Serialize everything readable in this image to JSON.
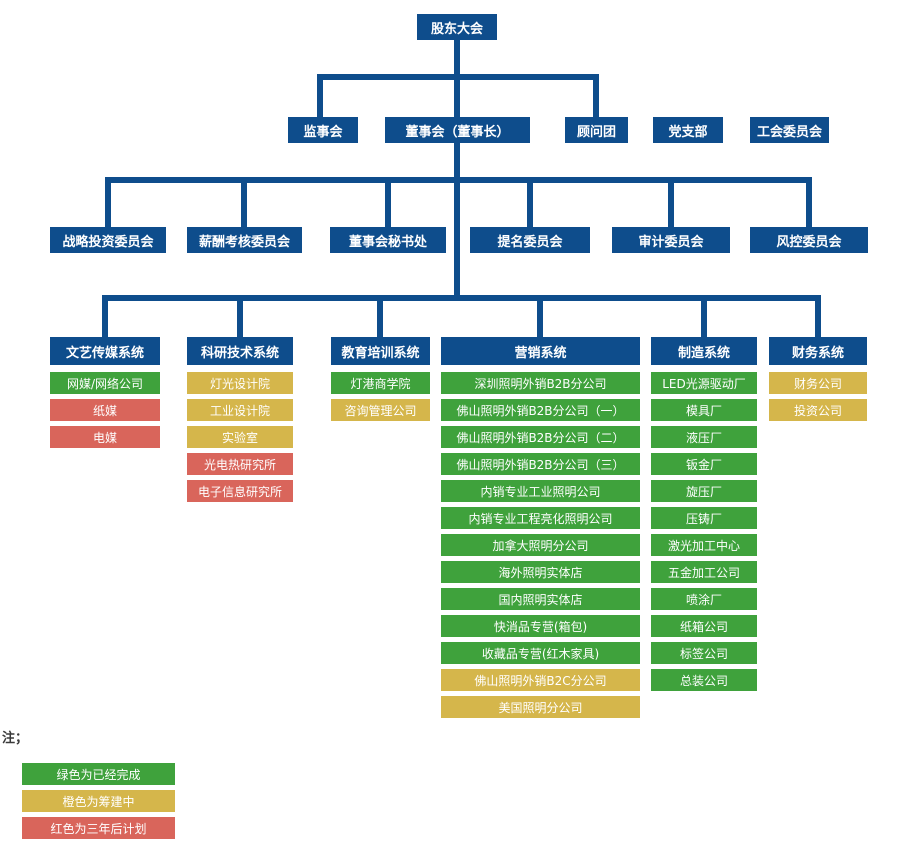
{
  "chart": {
    "root": {
      "label": "股东大会"
    },
    "level2": [
      {
        "label": "监事会"
      },
      {
        "label": "董事会（董事长）"
      },
      {
        "label": "顾问团"
      },
      {
        "label": "党支部"
      },
      {
        "label": "工会委员会"
      }
    ],
    "committees": [
      {
        "label": "战略投资委员会"
      },
      {
        "label": "薪酬考核委员会"
      },
      {
        "label": "董事会秘书处"
      },
      {
        "label": "提名委员会"
      },
      {
        "label": "审计委员会"
      },
      {
        "label": "风控委员会"
      }
    ],
    "systems": [
      {
        "name": "文艺传媒系统",
        "items": [
          {
            "label": "网媒/网络公司",
            "status": "green"
          },
          {
            "label": "纸媒",
            "status": "red"
          },
          {
            "label": "电媒",
            "status": "red"
          }
        ]
      },
      {
        "name": "科研技术系统",
        "items": [
          {
            "label": "灯光设计院",
            "status": "orange"
          },
          {
            "label": "工业设计院",
            "status": "orange"
          },
          {
            "label": "实验室",
            "status": "orange"
          },
          {
            "label": "光电热研究所",
            "status": "red"
          },
          {
            "label": "电子信息研究所",
            "status": "red"
          }
        ]
      },
      {
        "name": "教育培训系统",
        "items": [
          {
            "label": "灯港商学院",
            "status": "green"
          },
          {
            "label": "咨询管理公司",
            "status": "orange"
          }
        ]
      },
      {
        "name": "营销系统",
        "items": [
          {
            "label": "深圳照明外销B2B分公司",
            "status": "green"
          },
          {
            "label": "佛山照明外销B2B分公司（一）",
            "status": "green"
          },
          {
            "label": "佛山照明外销B2B分公司（二）",
            "status": "green"
          },
          {
            "label": "佛山照明外销B2B分公司（三）",
            "status": "green"
          },
          {
            "label": "内销专业工业照明公司",
            "status": "green"
          },
          {
            "label": "内销专业工程亮化照明公司",
            "status": "green"
          },
          {
            "label": "加拿大照明分公司",
            "status": "green"
          },
          {
            "label": "海外照明实体店",
            "status": "green"
          },
          {
            "label": "国内照明实体店",
            "status": "green"
          },
          {
            "label": "快消品专营(箱包)",
            "status": "green"
          },
          {
            "label": "收藏品专营(红木家具)",
            "status": "green"
          },
          {
            "label": "佛山照明外销B2C分公司",
            "status": "orange"
          },
          {
            "label": "美国照明分公司",
            "status": "orange"
          }
        ]
      },
      {
        "name": "制造系统",
        "items": [
          {
            "label": "LED光源驱动厂",
            "status": "green"
          },
          {
            "label": "模具厂",
            "status": "green"
          },
          {
            "label": "液压厂",
            "status": "green"
          },
          {
            "label": "钣金厂",
            "status": "green"
          },
          {
            "label": "旋压厂",
            "status": "green"
          },
          {
            "label": "压铸厂",
            "status": "green"
          },
          {
            "label": "激光加工中心",
            "status": "green"
          },
          {
            "label": "五金加工公司",
            "status": "green"
          },
          {
            "label": "喷涂厂",
            "status": "green"
          },
          {
            "label": "纸箱公司",
            "status": "green"
          },
          {
            "label": "标签公司",
            "status": "green"
          },
          {
            "label": "总装公司",
            "status": "green"
          }
        ]
      },
      {
        "name": "财务系统",
        "items": [
          {
            "label": "财务公司",
            "status": "orange"
          },
          {
            "label": "投资公司",
            "status": "orange"
          }
        ]
      }
    ],
    "legend": {
      "note": "注；",
      "items": [
        {
          "label": "绿色为已经完成",
          "status": "green"
        },
        {
          "label": "橙色为筹建中",
          "status": "orange"
        },
        {
          "label": "红色为三年后计划",
          "status": "red"
        }
      ]
    },
    "colors": {
      "blue": "#0E4D8C",
      "green": "#3FA23C",
      "orange": "#D5B64B",
      "red": "#D9655B"
    }
  }
}
